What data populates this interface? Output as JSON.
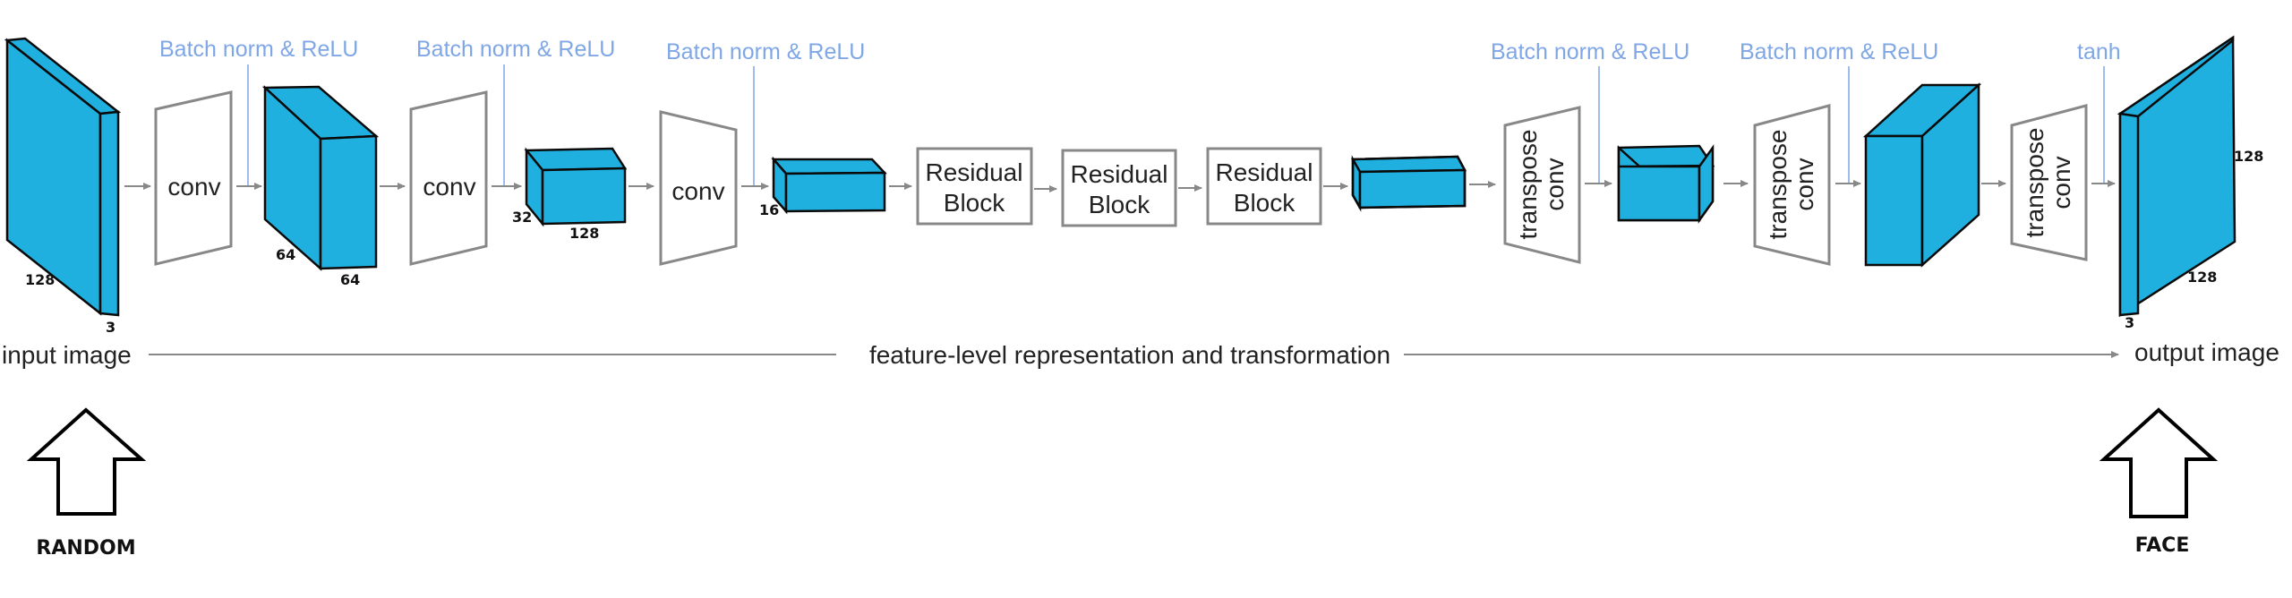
{
  "colors": {
    "tensor_fill": "#1fb0e0",
    "tensor_stroke": "#0a0a0a",
    "annotation": "#7fa7e6",
    "box_stroke": "#888888",
    "arrow": "#888888",
    "text": "#222222"
  },
  "annotations": {
    "bn1": "Batch norm & ReLU",
    "bn2": "Batch norm & ReLU",
    "bn3": "Batch norm & ReLU",
    "bn4": "Batch norm & ReLU",
    "bn5": "Batch norm & ReLU",
    "tanh": "tanh"
  },
  "blocks": {
    "conv1": "conv",
    "conv2": "conv",
    "conv3": "conv",
    "res1_line1": "Residual",
    "res1_line2": "Block",
    "res2_line1": "Residual",
    "res2_line2": "Block",
    "res3_line1": "Residual",
    "res3_line2": "Block",
    "tconv1_line1": "transpose",
    "tconv1_line2": "conv",
    "tconv2_line1": "transpose",
    "tconv2_line2": "conv",
    "tconv3_line1": "transpose",
    "tconv3_line2": "conv"
  },
  "dimensions": {
    "input_128": "128",
    "input_3": "3",
    "t1_64a": "64",
    "t1_64b": "64",
    "t2_32": "32",
    "t2_128": "128",
    "t3_16": "16",
    "out_128a": "128",
    "out_128b": "128",
    "out_3": "3"
  },
  "flow": {
    "input_label": "input image",
    "middle_label": "feature-level representation and transformation",
    "output_label": "output image"
  },
  "bottom": {
    "left_label": "RANDOM",
    "right_label": "FACE"
  }
}
